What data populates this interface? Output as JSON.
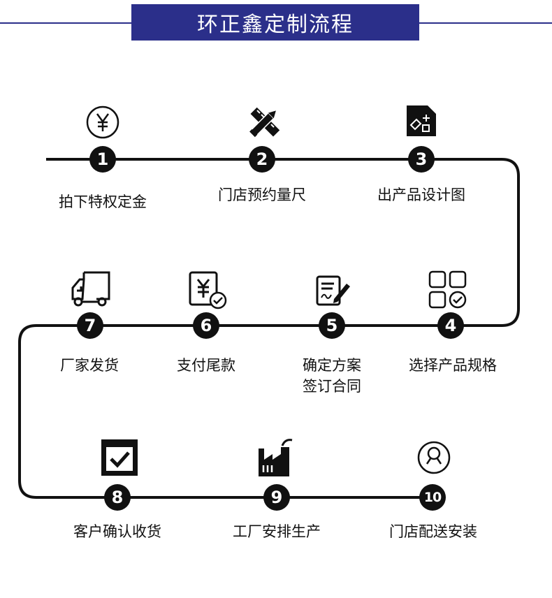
{
  "title": "环正鑫定制流程",
  "colors": {
    "accent": "#2b2f8a",
    "ink": "#111111",
    "background": "#ffffff"
  },
  "steps": [
    {
      "number": "1",
      "label": "拍下特权定金",
      "icon": "yen-circle-icon"
    },
    {
      "number": "2",
      "label": "门店预约量尺",
      "icon": "pencil-ruler-icon"
    },
    {
      "number": "3",
      "label": "出产品设计图",
      "icon": "design-shapes-icon"
    },
    {
      "number": "4",
      "label": "选择产品规格",
      "icon": "grid-check-icon"
    },
    {
      "number": "5",
      "label_lines": [
        "确定方案",
        "签订合同"
      ],
      "icon": "contract-sign-icon"
    },
    {
      "number": "6",
      "label": "支付尾款",
      "icon": "yen-bill-check-icon"
    },
    {
      "number": "7",
      "label": "厂家发货",
      "icon": "delivery-truck-icon"
    },
    {
      "number": "8",
      "label": "客户确认收货",
      "icon": "checkbox-box-icon"
    },
    {
      "number": "9",
      "label": "工厂安排生产",
      "icon": "factory-icon"
    },
    {
      "number": "10",
      "label": "门店配送安装",
      "icon": "wrench-circle-icon"
    }
  ]
}
